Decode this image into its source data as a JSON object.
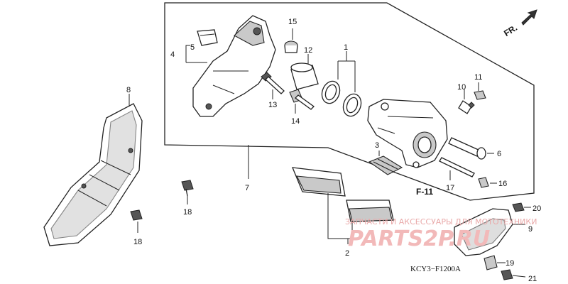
{
  "diagram": {
    "direction_label": "FR.",
    "section_ref": "F-11",
    "drawing_code": "KCY3−F1200A",
    "watermark": {
      "line1": "ЗАПЧАСТИ И АКСЕССУАРЫ ДЛЯ МОТОТЕХНИКИ",
      "line2": "PARTS2P.RU"
    },
    "callouts": {
      "c1": "1",
      "c2": "2",
      "c3": "3",
      "c4": "4",
      "c5": "5",
      "c6": "6",
      "c7": "7",
      "c8": "8",
      "c9": "9",
      "c10": "10",
      "c11": "11",
      "c12": "12",
      "c13": "13",
      "c14": "14",
      "c15": "15",
      "c16": "16",
      "c17": "17",
      "c18a": "18",
      "c18b": "18",
      "c19": "19",
      "c20": "20",
      "c21": "21"
    }
  }
}
